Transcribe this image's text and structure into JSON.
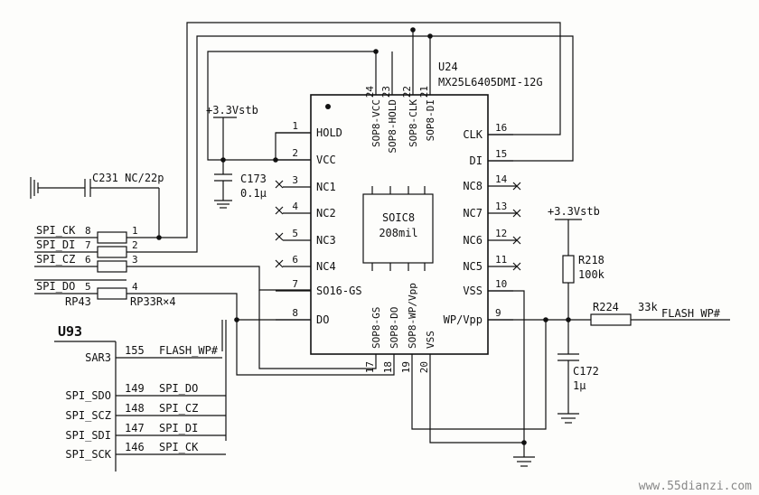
{
  "chip": {
    "ref": "U24",
    "part": "MX25L6405DMI-12G",
    "package": "SOIC8",
    "package_width": "208mil"
  },
  "left_pins": [
    {
      "num": "1",
      "name": "HOLD"
    },
    {
      "num": "2",
      "name": "VCC"
    },
    {
      "num": "3",
      "name": "NC1"
    },
    {
      "num": "4",
      "name": "NC2"
    },
    {
      "num": "5",
      "name": "NC3"
    },
    {
      "num": "6",
      "name": "NC4"
    },
    {
      "num": "7",
      "name": "SO16-GS"
    },
    {
      "num": "8",
      "name": "DO"
    }
  ],
  "right_pins": [
    {
      "num": "16",
      "name": "CLK"
    },
    {
      "num": "15",
      "name": "DI"
    },
    {
      "num": "14",
      "name": "NC8"
    },
    {
      "num": "13",
      "name": "NC7"
    },
    {
      "num": "12",
      "name": "NC6"
    },
    {
      "num": "11",
      "name": "NC5"
    },
    {
      "num": "10",
      "name": "VSS"
    },
    {
      "num": "9",
      "name": "WP/Vpp"
    }
  ],
  "top_pins": [
    {
      "num": "24",
      "name": "SOP8-VCC"
    },
    {
      "num": "23",
      "name": "SOP8-HOLD"
    },
    {
      "num": "22",
      "name": "SOP8-CLK"
    },
    {
      "num": "21",
      "name": "SOP8-DI"
    }
  ],
  "bottom_pins": [
    {
      "num": "17",
      "name": "SOP8-GS"
    },
    {
      "num": "18",
      "name": "SOP8-DO"
    },
    {
      "num": "19",
      "name": "SOP8-WP/Vpp"
    },
    {
      "num": "20",
      "name": "VSS"
    }
  ],
  "power_left": "+3.3Vstb",
  "power_right": "+3.3Vstb",
  "c173": {
    "ref": "C173",
    "value": "0.1μ"
  },
  "c231": {
    "ref": "C231",
    "value": "NC/22p"
  },
  "r218": {
    "ref": "R218",
    "value": "100k"
  },
  "r224": {
    "ref": "R224",
    "value": "33k"
  },
  "c172": {
    "ref": "C172",
    "value": "1μ"
  },
  "rp43": {
    "ref": "RP43",
    "value": "RP33R×4"
  },
  "rp_rows": [
    {
      "net": "SPI_CK",
      "left": "8",
      "right": "1"
    },
    {
      "net": "SPI_DI",
      "left": "7",
      "right": "2"
    },
    {
      "net": "SPI_CZ",
      "left": "6",
      "right": "3"
    },
    {
      "net": "SPI_DO",
      "left": "5",
      "right": "4"
    }
  ],
  "flash_wp_net": "FLASH_WP#",
  "u93": {
    "ref": "U93",
    "pins": [
      {
        "name": "SAR3",
        "num": "155",
        "net": "FLASH_WP#"
      },
      {
        "name": "SPI_SDO",
        "num": "149",
        "net": "SPI_DO"
      },
      {
        "name": "SPI_SCZ",
        "num": "148",
        "net": "SPI_CZ"
      },
      {
        "name": "SPI_SDI",
        "num": "147",
        "net": "SPI_DI"
      },
      {
        "name": "SPI_SCK",
        "num": "146",
        "net": "SPI_CK"
      }
    ]
  },
  "watermark": "www.55dianzi.com"
}
